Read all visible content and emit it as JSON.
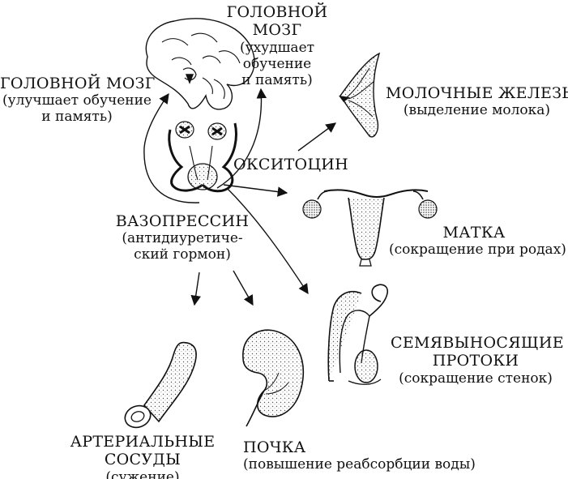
{
  "colors": {
    "ink": "#111111",
    "paper": "#ffffff",
    "stipple": "#555555"
  },
  "brain_right": {
    "title": "ГОЛОВНОЙ",
    "title2": "МОЗГ",
    "note": [
      "(ухудшает",
      "обучение",
      "и память)"
    ]
  },
  "brain_left": {
    "title": "ГОЛОВНОЙ МОЗГ",
    "note": [
      "(улучшает обучение",
      "и память)"
    ]
  },
  "oxytocin": "ОКСИТОЦИН",
  "vasopressin": {
    "title": "ВАЗОПРЕССИН",
    "note": [
      "(антидиуретиче-",
      "ский гормон)"
    ]
  },
  "mammary": {
    "title": "МОЛОЧНЫЕ ЖЕЛЕЗЫ",
    "note": "(выделение молока)"
  },
  "uterus": {
    "title": "МАТКА",
    "note": "(сокращение при родах)"
  },
  "ducts": {
    "title": [
      "СЕМЯВЫНОСЯЩИЕ",
      "ПРОТОКИ"
    ],
    "note": "(сокращение стенок)"
  },
  "vessels": {
    "title": [
      "АРТЕРИАЛЬНЫЕ",
      "СОСУДЫ"
    ],
    "note": "(сужение)"
  },
  "kidney": {
    "title": "ПОЧКА",
    "note": "(повышение реабсорбции воды)"
  }
}
